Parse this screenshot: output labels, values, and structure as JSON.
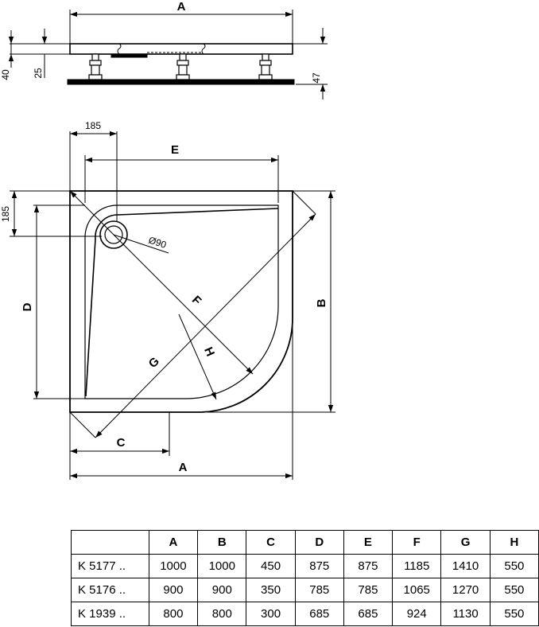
{
  "side_view": {
    "width_label": "A",
    "base_height": "40",
    "tray_height": "25",
    "total_height": "47"
  },
  "plan_view": {
    "label_a": "A",
    "label_b": "B",
    "label_c": "C",
    "label_d": "D",
    "label_e": "E",
    "label_f": "F",
    "label_g": "G",
    "label_h": "H",
    "waste_offset_x": "185",
    "waste_offset_y": "185",
    "waste_diameter": "Ø90"
  },
  "table": {
    "headers": [
      "",
      "A",
      "B",
      "C",
      "D",
      "E",
      "F",
      "G",
      "H"
    ],
    "rows": [
      [
        "K 5177 ..",
        "1000",
        "1000",
        "450",
        "875",
        "875",
        "1185",
        "1410",
        "550"
      ],
      [
        "K 5176 ..",
        "900",
        "900",
        "350",
        "785",
        "785",
        "1065",
        "1270",
        "550"
      ],
      [
        "K 1939 ..",
        "800",
        "800",
        "300",
        "685",
        "685",
        "924",
        "1130",
        "550"
      ]
    ]
  }
}
